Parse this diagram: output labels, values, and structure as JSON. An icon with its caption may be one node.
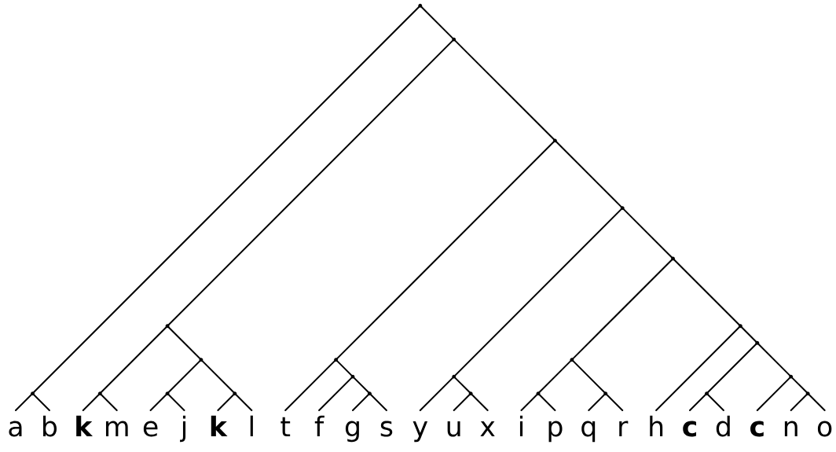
{
  "diagram": {
    "nodes": [
      {
        "text": [
          "a"
        ]
      },
      {
        "text": [
          "b"
        ]
      },
      {
        "text": [
          "k"
        ]
      },
      {
        "text": [
          "m"
        ]
      },
      {
        "text": [
          "e"
        ]
      },
      {
        "text": [
          "j"
        ]
      },
      {
        "text": [
          "k"
        ]
      },
      {
        "text": [
          "l"
        ]
      },
      {
        "text": [
          "t"
        ]
      },
      {
        "text": [
          "f"
        ]
      },
      {
        "text": [
          "g"
        ]
      },
      {
        "text": [
          "s"
        ]
      },
      {
        "text": [
          "y"
        ]
      },
      {
        "text": [
          "u"
        ]
      },
      {
        "text": [
          "x"
        ]
      },
      {
        "text": [
          "i"
        ]
      },
      {
        "text": [
          "p"
        ]
      },
      {
        "text": [
          "q"
        ]
      },
      {
        "text": [
          "r"
        ]
      },
      {
        "text": [
          "h"
        ]
      },
      {
        "text": [
          "c"
        ]
      },
      {
        "text": [
          "d"
        ]
      },
      {
        "text": [
          "c"
        ]
      },
      {
        "text": [
          "n"
        ]
      },
      {
        "text": [
          "o"
        ]
      },
      {
        "text": [],
        "shape": "point"
      },
      {
        "text": [],
        "shape": "point"
      },
      {
        "text": [],
        "shape": "point"
      },
      {
        "text": [],
        "shape": "point"
      },
      {
        "text": [],
        "shape": "point"
      },
      {
        "text": [],
        "shape": "point"
      },
      {
        "text": [],
        "shape": "point"
      },
      {
        "text": [],
        "shape": "point"
      },
      {
        "text": [],
        "shape": "point"
      },
      {
        "text": [],
        "shape": "point"
      },
      {
        "text": [],
        "shape": "point"
      },
      {
        "text": [],
        "shape": "point"
      },
      {
        "text": [],
        "shape": "point"
      },
      {
        "text": [],
        "shape": "point"
      },
      {
        "text": [],
        "shape": "point"
      },
      {
        "text": [],
        "shape": "point"
      },
      {
        "text": [],
        "shape": "point"
      },
      {
        "text": [],
        "shape": "point"
      },
      {
        "text": [],
        "shape": "point"
      },
      {
        "text": [],
        "shape": "point"
      },
      {
        "text": [],
        "shape": "point"
      },
      {
        "text": [],
        "shape": "point"
      },
      {
        "text": [],
        "shape": "point"
      },
      {
        "text": [],
        "shape": "point"
      }
    ],
    "edges": [
      {
        "from": 25,
        "to": 26,
        "arrow": "none"
      },
      {
        "from": 25,
        "to": 27,
        "arrow": "none"
      },
      {
        "from": 26,
        "to": 0,
        "arrow": "none"
      },
      {
        "from": 26,
        "to": 1,
        "arrow": "none"
      },
      {
        "from": 27,
        "to": 28,
        "arrow": "none"
      },
      {
        "from": 27,
        "to": 33,
        "arrow": "none"
      },
      {
        "from": 28,
        "to": 29,
        "arrow": "none"
      },
      {
        "from": 28,
        "to": 30,
        "arrow": "none"
      },
      {
        "from": 29,
        "to": 2,
        "arrow": "none"
      },
      {
        "from": 29,
        "to": 3,
        "arrow": "none"
      },
      {
        "from": 30,
        "to": 31,
        "arrow": "none"
      },
      {
        "from": 30,
        "to": 32,
        "arrow": "none"
      },
      {
        "from": 31,
        "to": 4,
        "arrow": "none"
      },
      {
        "from": 31,
        "to": 5,
        "arrow": "none"
      },
      {
        "from": 32,
        "to": 6,
        "arrow": "none"
      },
      {
        "from": 32,
        "to": 7,
        "arrow": "none"
      },
      {
        "from": 33,
        "to": 34,
        "arrow": "none"
      },
      {
        "from": 33,
        "to": 37,
        "arrow": "none"
      },
      {
        "from": 34,
        "to": 8,
        "arrow": "none"
      },
      {
        "from": 34,
        "to": 35,
        "arrow": "none"
      },
      {
        "from": 35,
        "to": 9,
        "arrow": "none"
      },
      {
        "from": 35,
        "to": 36,
        "arrow": "none"
      },
      {
        "from": 36,
        "to": 10,
        "arrow": "none"
      },
      {
        "from": 36,
        "to": 11,
        "arrow": "none"
      },
      {
        "from": 37,
        "to": 38,
        "arrow": "none"
      },
      {
        "from": 37,
        "to": 40,
        "arrow": "none"
      },
      {
        "from": 38,
        "to": 12,
        "arrow": "none"
      },
      {
        "from": 38,
        "to": 39,
        "arrow": "none"
      },
      {
        "from": 39,
        "to": 13,
        "arrow": "none"
      },
      {
        "from": 39,
        "to": 14,
        "arrow": "none"
      },
      {
        "from": 40,
        "to": 41,
        "arrow": "none"
      },
      {
        "from": 40,
        "to": 44,
        "arrow": "none"
      },
      {
        "from": 41,
        "to": 42,
        "arrow": "none"
      },
      {
        "from": 41,
        "to": 43,
        "arrow": "none"
      },
      {
        "from": 42,
        "to": 15,
        "arrow": "none"
      },
      {
        "from": 42,
        "to": 16,
        "arrow": "none"
      },
      {
        "from": 43,
        "to": 17,
        "arrow": "none"
      },
      {
        "from": 43,
        "to": 18,
        "arrow": "none"
      },
      {
        "from": 44,
        "to": 19,
        "arrow": "none"
      },
      {
        "from": 44,
        "to": 45,
        "arrow": "none"
      },
      {
        "from": 45,
        "to": 46,
        "arrow": "none"
      },
      {
        "from": 45,
        "to": 47,
        "arrow": "none"
      },
      {
        "from": 46,
        "to": 20,
        "arrow": "none"
      },
      {
        "from": 46,
        "to": 21,
        "arrow": "none"
      },
      {
        "from": 47,
        "to": 22,
        "arrow": "none"
      },
      {
        "from": 47,
        "to": 48,
        "arrow": "none"
      },
      {
        "from": 48,
        "to": 23,
        "arrow": "none"
      },
      {
        "from": 48,
        "to": 24,
        "arrow": "none"
      }
    ]
  }
}
